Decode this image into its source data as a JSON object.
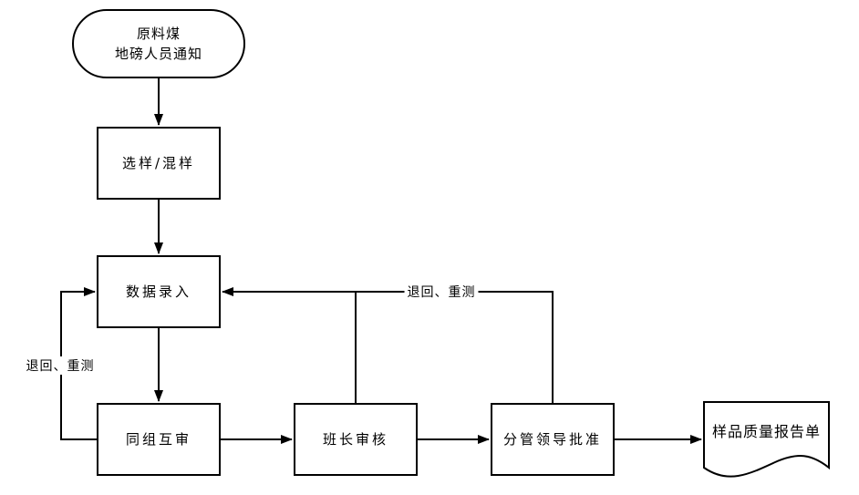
{
  "diagram": {
    "type": "flowchart",
    "colors": {
      "background": "#ffffff",
      "line": "#000000",
      "text": "#000000",
      "node_fill": "#ffffff"
    },
    "nodes": {
      "start": {
        "shape": "stadium",
        "label": "原料煤\n地磅人员通知"
      },
      "sampling": {
        "shape": "rectangle",
        "label": "选样/混样"
      },
      "data_entry": {
        "shape": "rectangle",
        "label": "数据录入"
      },
      "peer_review": {
        "shape": "rectangle",
        "label": "同组互审"
      },
      "shift_leader_review": {
        "shape": "rectangle",
        "label": "班长审核"
      },
      "supervisor_approval": {
        "shape": "rectangle",
        "label": "分管领导批准"
      },
      "report": {
        "shape": "document",
        "label": "样品质量报告单"
      }
    },
    "edges": {
      "start_to_sampling": {
        "from": "start",
        "to": "sampling"
      },
      "sampling_to_data_entry": {
        "from": "sampling",
        "to": "data_entry"
      },
      "data_entry_to_peer_review": {
        "from": "data_entry",
        "to": "peer_review"
      },
      "peer_review_to_shift_leader": {
        "from": "peer_review",
        "to": "shift_leader_review"
      },
      "shift_leader_to_supervisor": {
        "from": "shift_leader_review",
        "to": "supervisor_approval"
      },
      "supervisor_to_report": {
        "from": "supervisor_approval",
        "to": "report"
      },
      "peer_review_back_to_data_entry": {
        "from": "peer_review",
        "to": "data_entry",
        "label": "退回、重测"
      },
      "reviews_back_to_data_entry": {
        "from": "shift_leader_review + supervisor_approval",
        "to": "data_entry",
        "label": "退回、重测"
      }
    }
  }
}
